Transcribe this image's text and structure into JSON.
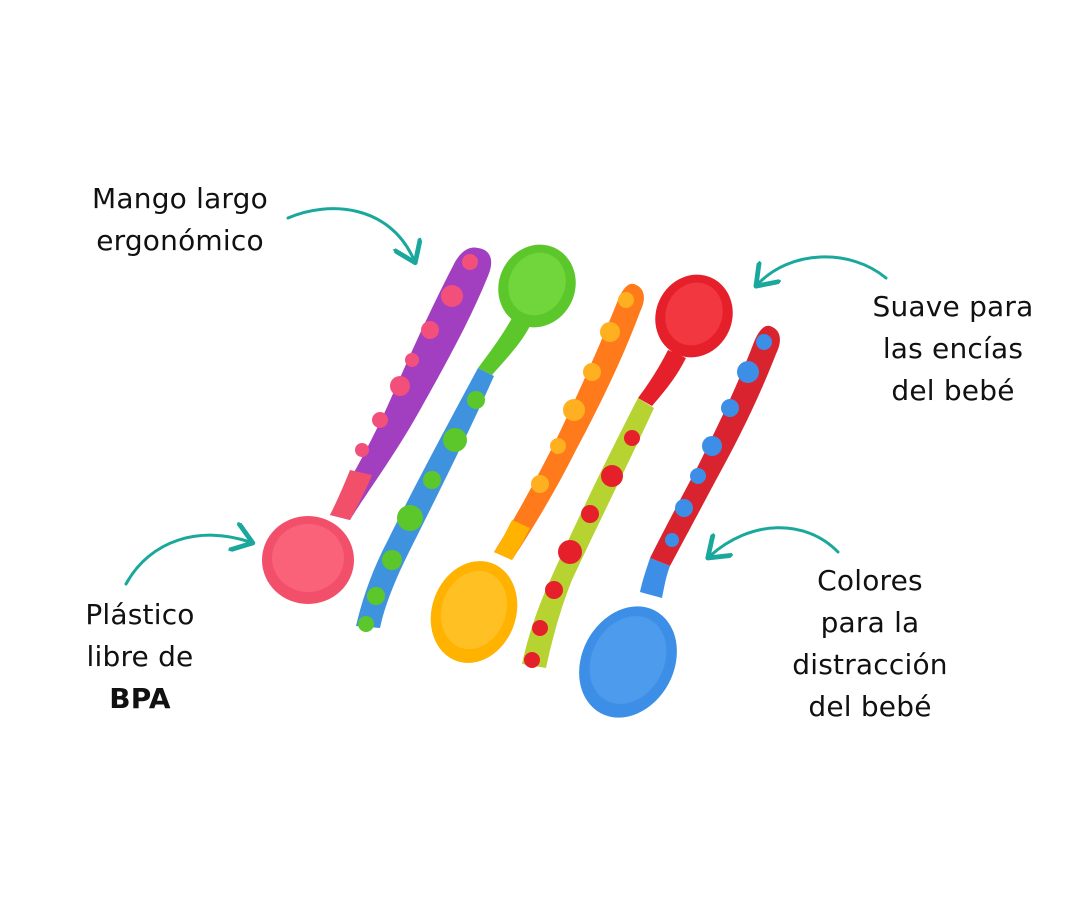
{
  "labels": {
    "handle": {
      "line1": "Mango largo",
      "line2": "ergonómico"
    },
    "soft": {
      "line1": "Suave para",
      "line2": "las encías",
      "line3": "del bebé"
    },
    "bpa": {
      "line1": "Plástico",
      "line2": "libre de",
      "line3": "BPA"
    },
    "colors": {
      "line1": "Colores",
      "line2": "para la",
      "line3": "distracción",
      "line4": "del bebé"
    }
  },
  "colors": {
    "arrow": "#1aa79c",
    "spoon_purple_pink": [
      "#a23fc0",
      "#f2506a"
    ],
    "spoon_green_blue": [
      "#5cc72a",
      "#3f93de"
    ],
    "spoon_orange_yellow": [
      "#ff7a1a",
      "#ffb300"
    ],
    "spoon_red_lime": [
      "#e5202b",
      "#b7d332"
    ],
    "spoon_red_blue": [
      "#d9232e",
      "#3d8ee6"
    ]
  }
}
